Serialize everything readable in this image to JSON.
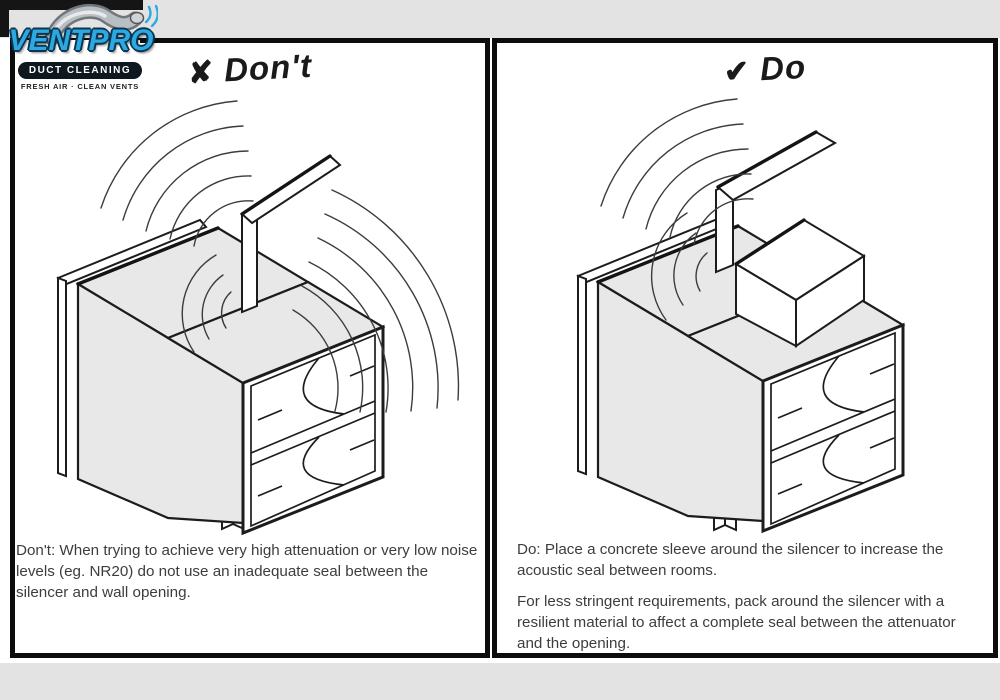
{
  "logo": {
    "brand": "VENTPRO",
    "badge": "DUCT CLEANING",
    "tagline": "FRESH AIR · CLEAN VENTS",
    "accent_blue": "#2da9e2",
    "badge_bg": "#10181f"
  },
  "panels": {
    "dont": {
      "mark": "✘",
      "title": "Don't",
      "caption": "Don't: When trying to achieve very high attenuation or very low noise levels (eg. NR20) do not use an inadequate seal between the silencer and wall opening."
    },
    "doo": {
      "mark": "✔",
      "title": "Do",
      "caption_1": "Do: Place a concrete sleeve around the silencer to increase the acoustic seal between rooms.",
      "caption_2": "For less stringent requirements, pack around the silencer with a resilient material to affect a complete seal between the attenuator and the opening."
    }
  },
  "colors": {
    "page_margin_gray": "#e3e3e3",
    "panel_border": "#0c0c0c",
    "silencer_fill": "#e8e8e8",
    "line_ink": "#1c1c1c",
    "caption_text": "#3d3d3d"
  }
}
